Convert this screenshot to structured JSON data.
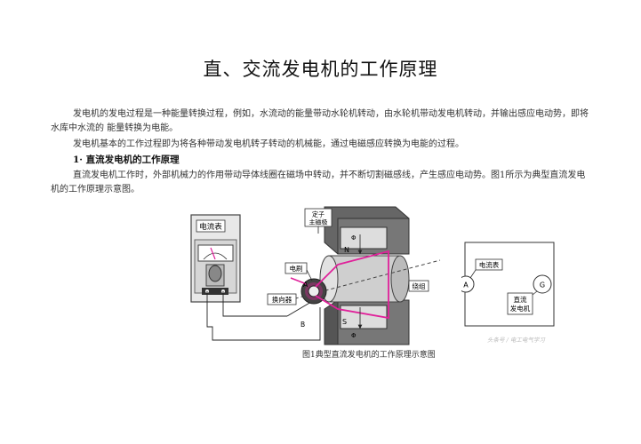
{
  "doc": {
    "title": "直、交流发电机的工作原理",
    "para1": "发电机的发电过程是一种能量转换过程，例如，水流动的能量带动水轮机转动，由水轮机带动发电机转动，并输出感应电动势，即将水库中水流的 能量转换为电能。",
    "para2": "发电机基本的工作过程即为将各种带动发电机转子转动的机械能，通过电磁感应转换为电能的过程。",
    "heading1": "1· 直流发电机的工作原理",
    "para3": "直流发电机工作时，外部机械力的作用带动导体线圈在磁场中转动，并不断切割磁感线，产生感应电动势。图1所示为典型直流发电机的工作原理示意图。",
    "caption": "图1典型直流发电机的工作原理示意图",
    "watermark": "头条号 / 电工电气学习"
  },
  "figure": {
    "ammeter_label": "电流表",
    "stator_label_1": "定子",
    "stator_label_2": "主磁极",
    "brush_label": "电刷",
    "commutator_label": "换向器",
    "winding_label": "绕组",
    "pole_n": "N",
    "pole_s": "S",
    "phi_top": "Φ",
    "phi_bottom": "Φ",
    "point_a": "A",
    "point_b": "B",
    "schematic_ammeter_label": "电流表",
    "schematic_a": "A",
    "schematic_g": "G",
    "schematic_gen_label_1": "直流",
    "schematic_gen_label_2": "发电机"
  },
  "colors": {
    "accent": "#e0219a",
    "metal": "#555555"
  }
}
